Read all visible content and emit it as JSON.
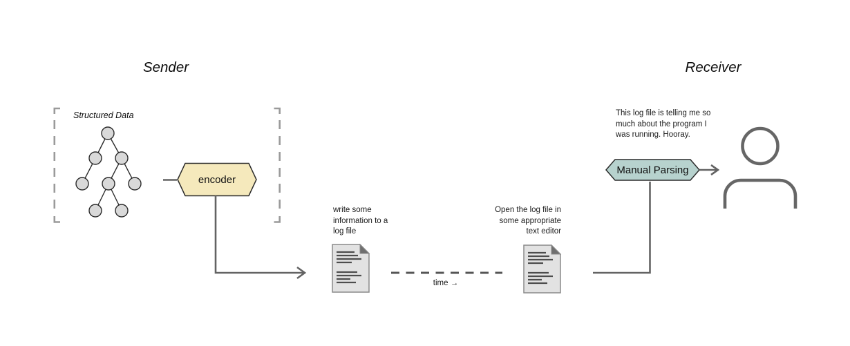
{
  "titles": {
    "sender": "Sender",
    "receiver": "Receiver"
  },
  "sender_group": {
    "structured_data_label": "Structured Data",
    "encoder_label": "encoder"
  },
  "timeline": {
    "write_note": "write some\ninformation to a\nlog file",
    "open_note": "Open the log file in\nsome appropriate\ntext editor",
    "time_label": "time →"
  },
  "receiver_group": {
    "manual_parsing_label": "Manual Parsing",
    "thought": "This log file is telling me so\nmuch about the program I\nwas running. Hooray."
  },
  "icons": {
    "tree": "structured-data-tree-icon",
    "document_left": "log-file-icon",
    "document_right": "log-file-icon",
    "person": "person-icon"
  },
  "colors": {
    "encoder_fill": "#f5e9bc",
    "manual_parsing_fill": "#b7d2ce",
    "connector": "#636363",
    "timeline": "#555555",
    "bracket": "#9a9a9a",
    "shape_stroke": "#2b2b2b",
    "tree_node_fill": "#d9d9d9",
    "tree_stroke": "#2b2b2b",
    "document_fill": "#e2e2e2",
    "document_stroke": "#8a8a8a",
    "document_fold": "#6f6f6f",
    "document_line": "#4d4d4d",
    "person": "#666666"
  }
}
